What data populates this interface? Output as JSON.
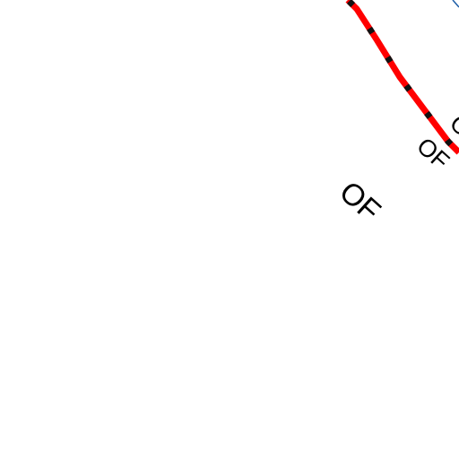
{
  "map": {
    "background_color": "#ffffff",
    "labels": {
      "large": "OF",
      "small": "OF",
      "edge": "O"
    },
    "boundary_line": {
      "color": "#ff0000",
      "dash_color": "#111111"
    },
    "secondary_line": {
      "color": "#1f5fa8"
    }
  }
}
